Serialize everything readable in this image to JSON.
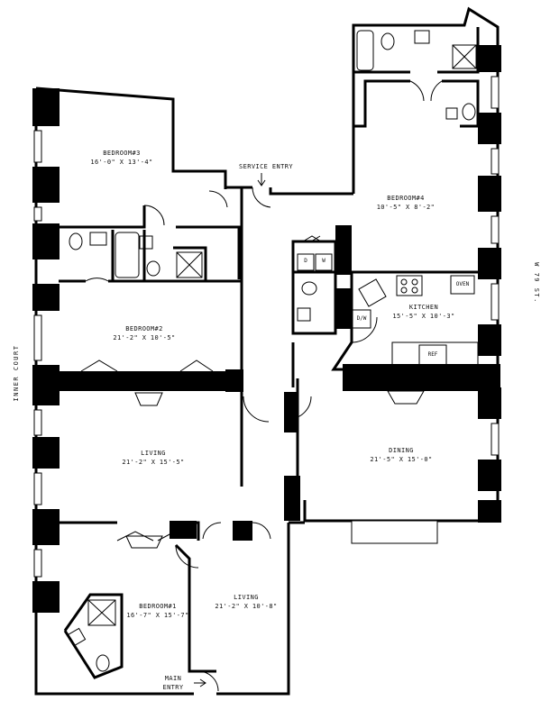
{
  "rooms": {
    "bedroom3": {
      "name": "BEDROOM#3",
      "dims": "16'-0\" X 13'-4\""
    },
    "bedroom4": {
      "name": "BEDROOM#4",
      "dims": "10'-5\" X 8'-2\""
    },
    "bedroom2": {
      "name": "BEDROOM#2",
      "dims": "21'-2\" X 10'-5\""
    },
    "kitchen": {
      "name": "KITCHEN",
      "dims": "15'-5\" X 10'-3\""
    },
    "living": {
      "name": "LIVING",
      "dims": "21'-2\" X 15'-5\""
    },
    "dining": {
      "name": "DINING",
      "dims": "21'-5\" X 15'-0\""
    },
    "bedroom1": {
      "name": "BEDROOM#1",
      "dims": "16'-7\" X 15'-7\""
    },
    "living2": {
      "name": "LIVING",
      "dims": "21'-2\" X 10'-8\""
    }
  },
  "entries": {
    "service": "SERVICE ENTRY",
    "main": "MAIN ENTRY"
  },
  "streets": {
    "inner_court": "INNER COURT",
    "w79": "W 79 ST."
  },
  "fixtures": {
    "dryer": "D",
    "washer": "W",
    "dishwasher": "D/W",
    "oven": "OVEN",
    "fridge": "REF"
  }
}
